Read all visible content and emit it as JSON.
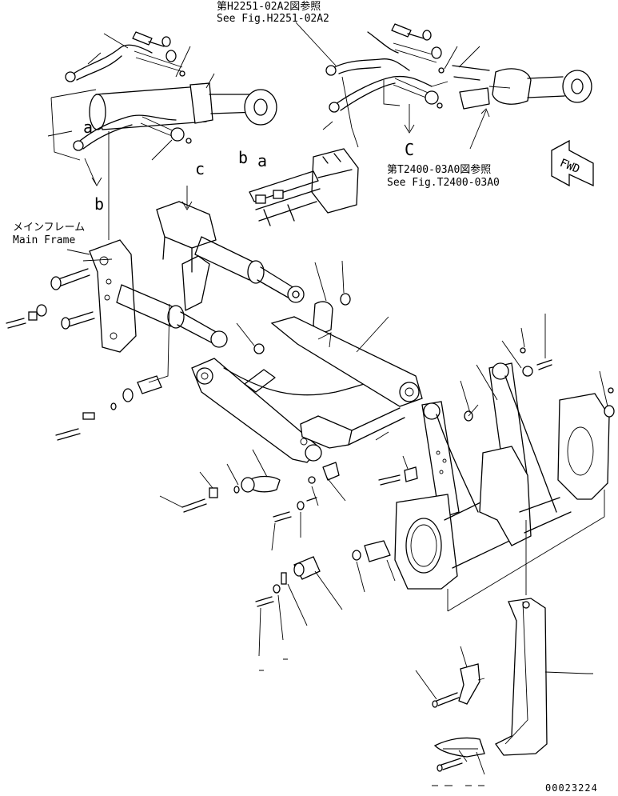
{
  "references": {
    "top": {
      "jp": "第H2251-02A2図参照",
      "en": "See Fig.H2251-02A2"
    },
    "right": {
      "jp": "第T2400-03A0図参照",
      "en": "See Fig.T2400-03A0"
    }
  },
  "main_frame": {
    "jp": "メインフレーム",
    "en": "Main Frame"
  },
  "letters": {
    "a": "a",
    "b": "b",
    "c": "c",
    "C": "C"
  },
  "fwd": "FWD",
  "doc_number": "00023224"
}
